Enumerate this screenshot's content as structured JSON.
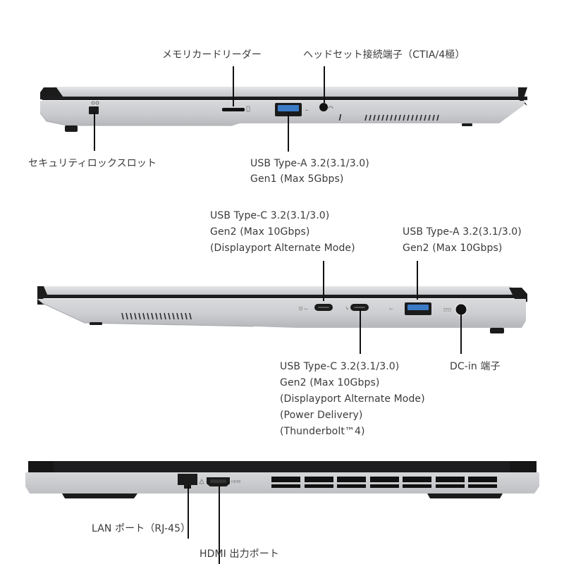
{
  "left_side_view": {
    "labels": {
      "memory_card_reader": "メモリカードリーダー",
      "headset_jack": "ヘッドセット接続端子（CTIA/4極）",
      "security_lock_slot": "セキュリティロックスロット",
      "usb_a_gen1_line1": "USB Type-A 3.2(3.1/3.0)",
      "usb_a_gen1_line2": "Gen1 (Max 5Gbps)"
    }
  },
  "right_side_view": {
    "labels": {
      "usb_c_dp_line1": "USB Type-C 3.2(3.1/3.0)",
      "usb_c_dp_line2": "Gen2 (Max 10Gbps)",
      "usb_c_dp_line3": "(Displayport Alternate Mode)",
      "usb_a_gen2_line1": "USB Type-A 3.2(3.1/3.0)",
      "usb_a_gen2_line2": "Gen2 (Max 10Gbps)",
      "usb_c_tb_line1": "USB Type-C 3.2(3.1/3.0)",
      "usb_c_tb_line2": "Gen2 (Max 10Gbps)",
      "usb_c_tb_line3": "(Displayport Alternate Mode)",
      "usb_c_tb_line4": "(Power Delivery)",
      "usb_c_tb_line5": "(Thunderbolt™4)",
      "dc_in": "DC-in 端子"
    }
  },
  "rear_view": {
    "labels": {
      "lan_port": "LAN ポート（RJ-45）",
      "hdmi_port": "HDMI 出力ポート"
    }
  },
  "colors": {
    "chassis": "#c9cacc",
    "chassis_dark": "#1b1b1c",
    "usb_blue": "#2f6fb8",
    "callout_line": "#111111",
    "label_text": "#3a3a3a"
  }
}
